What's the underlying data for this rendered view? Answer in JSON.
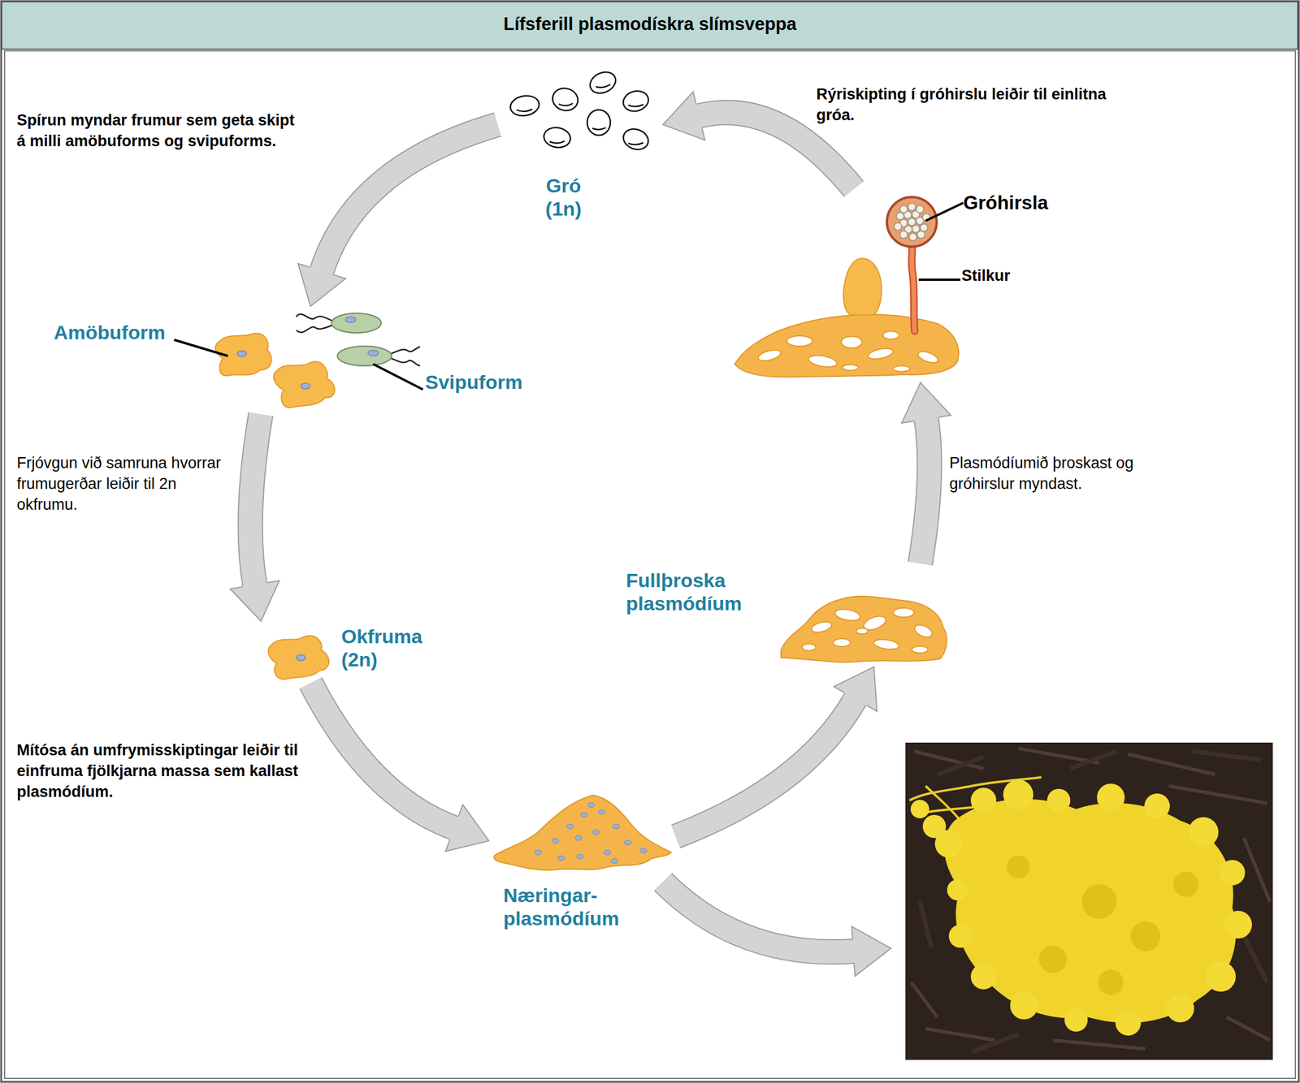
{
  "diagram": {
    "title": "Lífsferill plasmodískra slímsveppa",
    "nodes": [
      {
        "text": [
          "Gró (1n)"
        ]
      },
      {
        "text": [
          "Amöbuform",
          "Svipuform"
        ]
      },
      {
        "text": [
          "Okfruma (2n)"
        ]
      },
      {
        "text": [
          "Næringar- plasmódíum"
        ]
      },
      {
        "text": [
          "Fullþroska plasmódíum"
        ]
      },
      {
        "text": [
          "Gróhirsla",
          "Stilkur"
        ]
      }
    ],
    "edges": [
      {
        "from": 0,
        "to": 1,
        "arrow": "to"
      },
      {
        "from": 1,
        "to": 2,
        "arrow": "to"
      },
      {
        "from": 2,
        "to": 3,
        "arrow": "to"
      },
      {
        "from": 3,
        "to": 4,
        "arrow": "to"
      },
      {
        "from": 4,
        "to": 5,
        "arrow": "to"
      },
      {
        "from": 5,
        "to": 0,
        "arrow": "to"
      }
    ],
    "labels": [
      "Spírun myndar frumur sem geta skipt á milli amöbuforms og svipuforms.",
      "Rýriskipting í gróhirslu leiðir til einlitna gróa.",
      "Frjóvgun við samruna hvorrar frumugerðar leiðir til 2n okfrumu.",
      "Plasmódíumið þroskast og gróhirslur myndast.",
      "Mítósa án umfrymisskiptingar leiðir til einfruma fjölkjarna massa sem kallast plasmódíum."
    ]
  }
}
